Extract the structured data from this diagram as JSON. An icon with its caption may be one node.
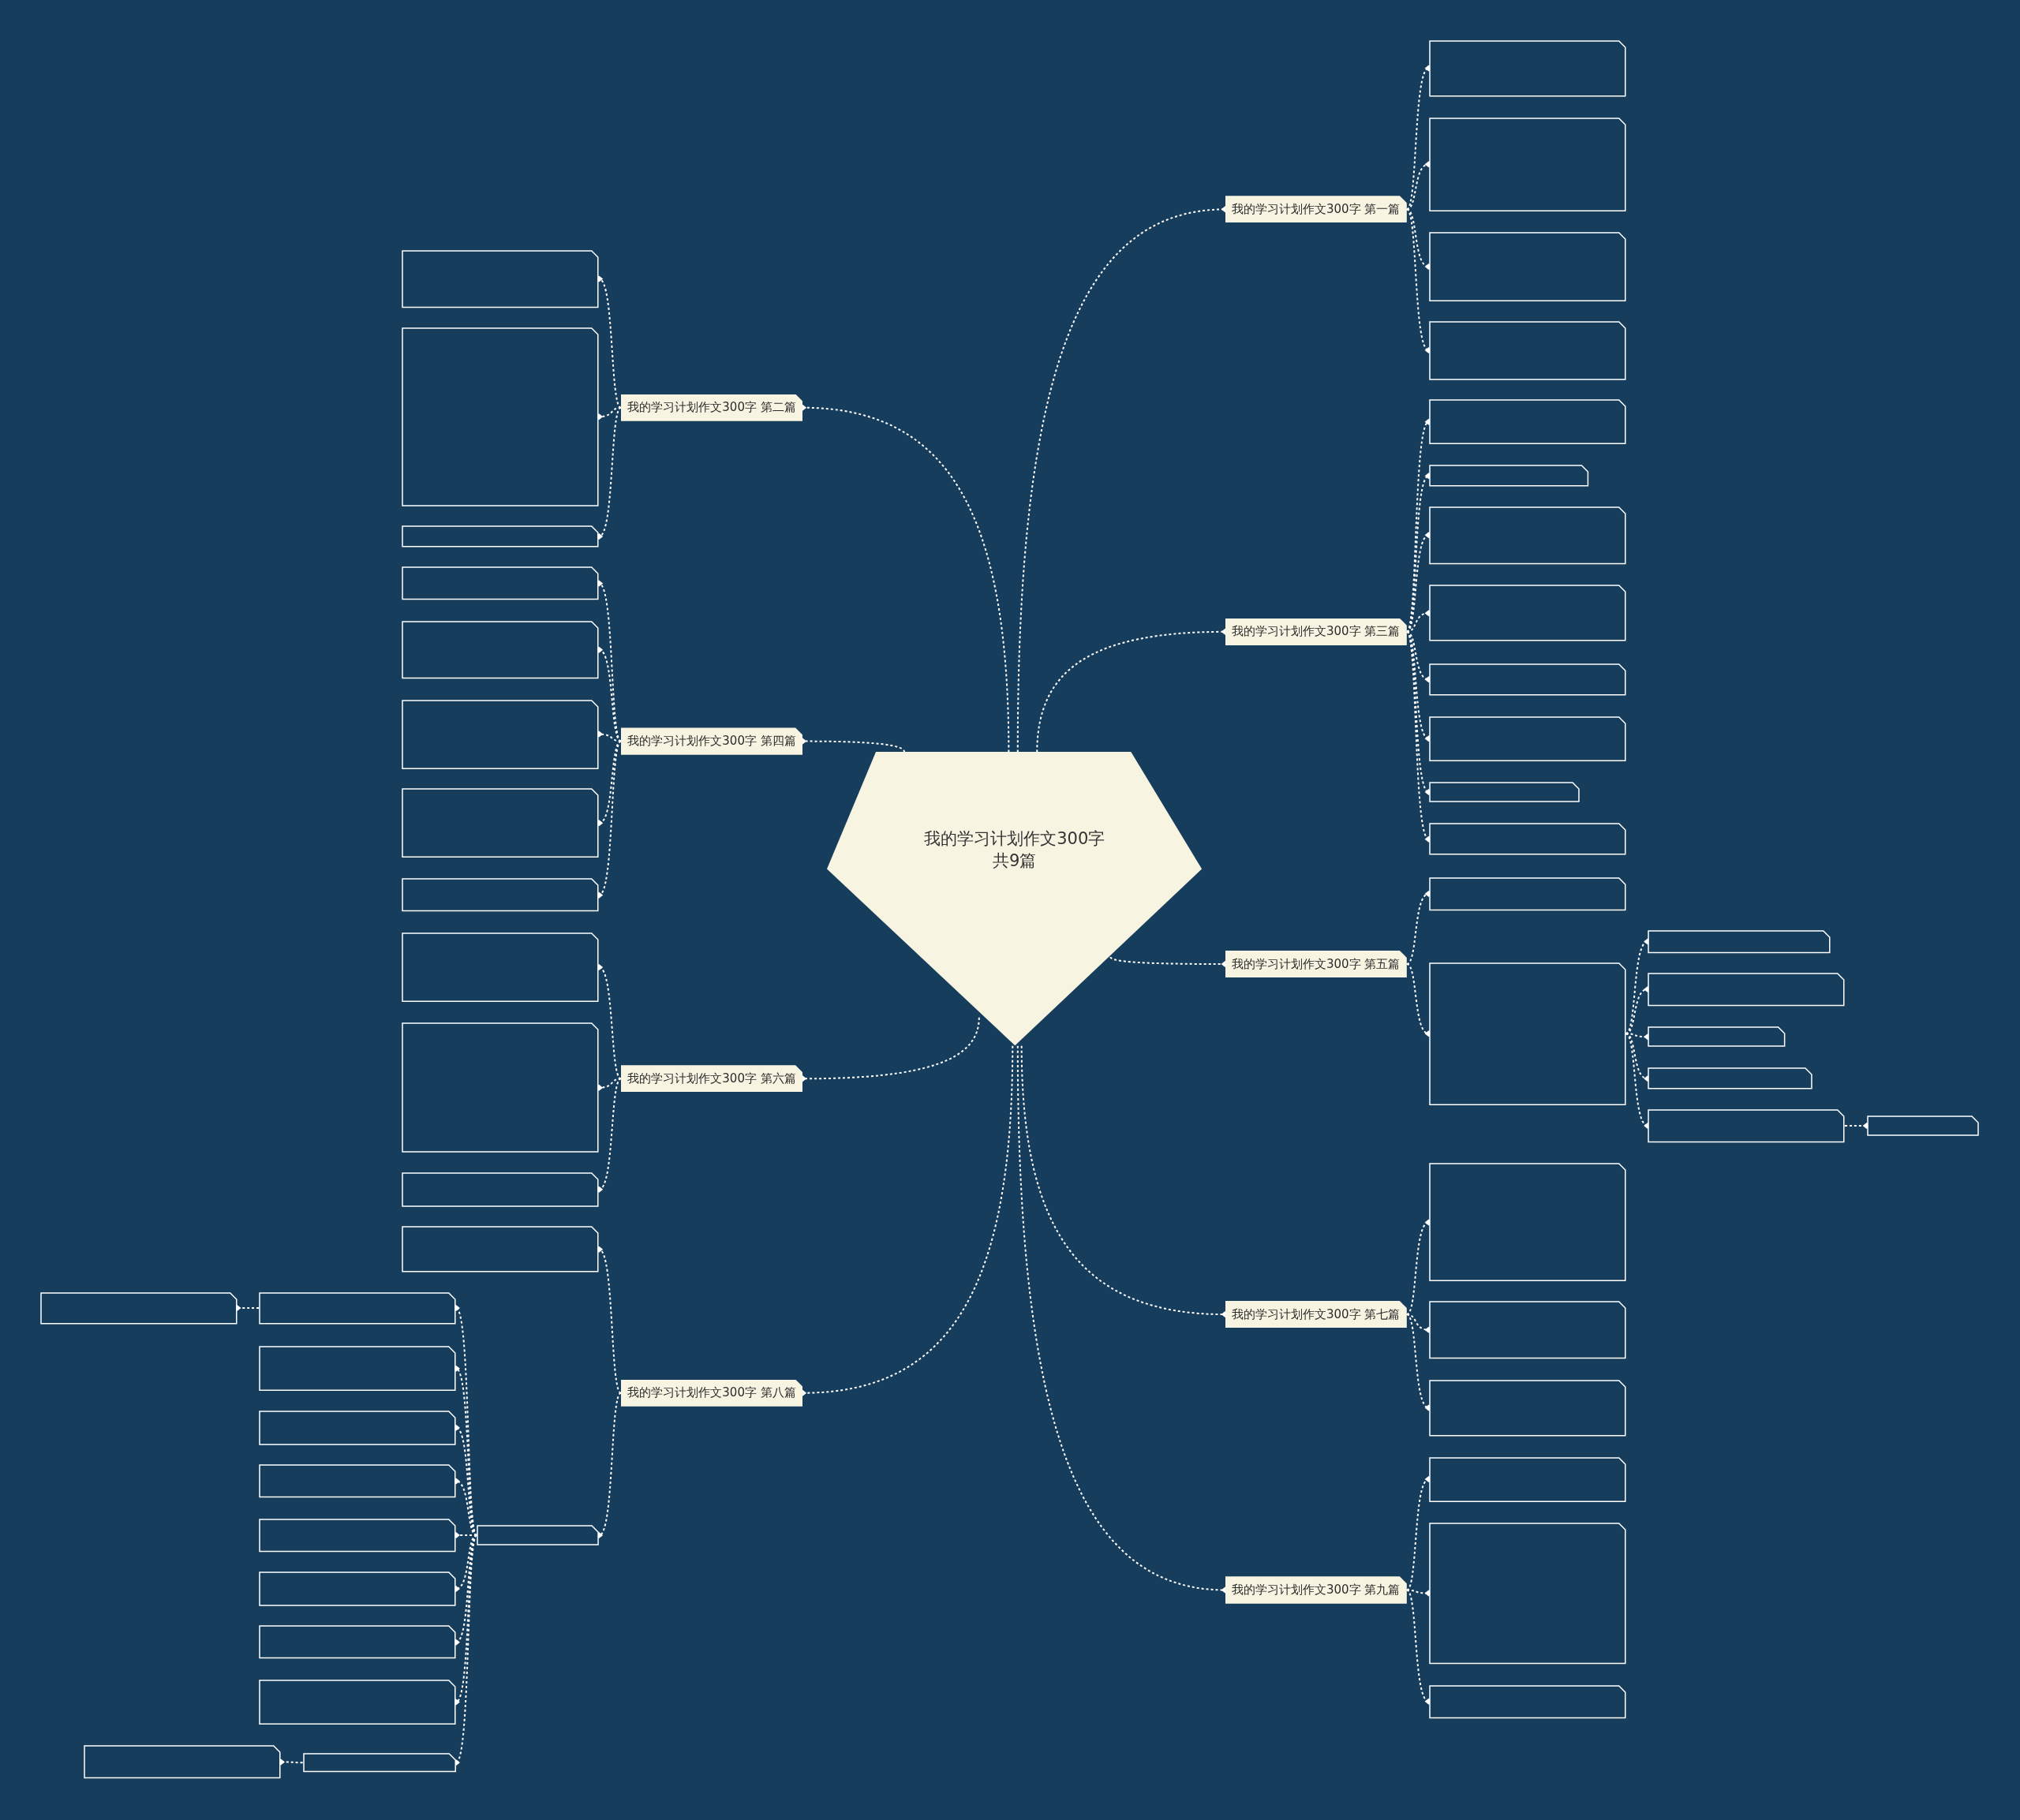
{
  "diagram": {
    "nodes": [
      {
        "text": [
          "我的学习计划作文300字共9篇"
        ]
      },
      {
        "text": [
          "我的学习计划作文300字 第一篇"
        ]
      },
      {
        "text": [],
        "shape": "box"
      },
      {
        "text": [],
        "shape": "box"
      },
      {
        "text": [],
        "shape": "box"
      },
      {
        "text": [],
        "shape": "box"
      },
      {
        "text": [
          "我的学习计划作文300字 第二篇"
        ]
      },
      {
        "text": [],
        "shape": "box"
      },
      {
        "text": [],
        "shape": "box"
      },
      {
        "text": [],
        "shape": "box"
      },
      {
        "text": [
          "我的学习计划作文300字 第三篇"
        ]
      },
      {
        "text": [],
        "shape": "box"
      },
      {
        "text": [],
        "shape": "box"
      },
      {
        "text": [],
        "shape": "box"
      },
      {
        "text": [],
        "shape": "box"
      },
      {
        "text": [],
        "shape": "box"
      },
      {
        "text": [],
        "shape": "box"
      },
      {
        "text": [],
        "shape": "box"
      },
      {
        "text": [],
        "shape": "box"
      },
      {
        "text": [
          "我的学习计划作文300字 第四篇"
        ]
      },
      {
        "text": [],
        "shape": "box"
      },
      {
        "text": [],
        "shape": "box"
      },
      {
        "text": [],
        "shape": "box"
      },
      {
        "text": [],
        "shape": "box"
      },
      {
        "text": [],
        "shape": "box"
      },
      {
        "text": [
          "我的学习计划作文300字 第五篇"
        ]
      },
      {
        "text": [],
        "shape": "box"
      },
      {
        "text": [],
        "shape": "box"
      },
      {
        "text": [],
        "shape": "box"
      },
      {
        "text": [],
        "shape": "box"
      },
      {
        "text": [],
        "shape": "box"
      },
      {
        "text": [],
        "shape": "box"
      },
      {
        "text": [],
        "shape": "box"
      },
      {
        "text": [],
        "shape": "box"
      },
      {
        "text": [
          "我的学习计划作文300字 第六篇"
        ]
      },
      {
        "text": [],
        "shape": "box"
      },
      {
        "text": [],
        "shape": "box"
      },
      {
        "text": [],
        "shape": "box"
      },
      {
        "text": [
          "我的学习计划作文300字 第七篇"
        ]
      },
      {
        "text": [],
        "shape": "box"
      },
      {
        "text": [],
        "shape": "box"
      },
      {
        "text": [],
        "shape": "box"
      },
      {
        "text": [
          "我的学习计划作文300字 第八篇"
        ]
      },
      {
        "text": [],
        "shape": "box"
      },
      {
        "text": [],
        "shape": "box"
      },
      {
        "text": [],
        "shape": "box"
      },
      {
        "text": [],
        "shape": "box"
      },
      {
        "text": [],
        "shape": "box"
      },
      {
        "text": [],
        "shape": "box"
      },
      {
        "text": [],
        "shape": "box"
      },
      {
        "text": [],
        "shape": "box"
      },
      {
        "text": [],
        "shape": "box"
      },
      {
        "text": [],
        "shape": "box"
      },
      {
        "text": [],
        "shape": "box"
      },
      {
        "text": [],
        "shape": "box"
      },
      {
        "text": [],
        "shape": "box"
      },
      {
        "text": [
          "我的学习计划作文300字 第九篇"
        ]
      },
      {
        "text": [],
        "shape": "box"
      },
      {
        "text": [],
        "shape": "box"
      },
      {
        "text": [],
        "shape": "box"
      }
    ],
    "edges": [
      {
        "from": 0,
        "to": 1,
        "arrow": "other"
      },
      {
        "from": 1,
        "to": 2,
        "arrow": "other"
      },
      {
        "from": 1,
        "to": 3,
        "arrow": "other"
      },
      {
        "from": 1,
        "to": 4,
        "arrow": "other"
      },
      {
        "from": 1,
        "to": 5,
        "arrow": "other"
      },
      {
        "from": 0,
        "to": 6,
        "arrow": "other"
      },
      {
        "from": 6,
        "to": 7,
        "arrow": "other"
      },
      {
        "from": 6,
        "to": 8,
        "arrow": "other"
      },
      {
        "from": 6,
        "to": 9,
        "arrow": "other"
      },
      {
        "from": 0,
        "to": 10,
        "arrow": "other"
      },
      {
        "from": 10,
        "to": 11,
        "arrow": "other"
      },
      {
        "from": 10,
        "to": 12,
        "arrow": "other"
      },
      {
        "from": 10,
        "to": 13,
        "arrow": "other"
      },
      {
        "from": 10,
        "to": 14,
        "arrow": "other"
      },
      {
        "from": 10,
        "to": 15,
        "arrow": "other"
      },
      {
        "from": 10,
        "to": 16,
        "arrow": "other"
      },
      {
        "from": 10,
        "to": 17,
        "arrow": "other"
      },
      {
        "from": 10,
        "to": 18,
        "arrow": "other"
      },
      {
        "from": 0,
        "to": 19,
        "arrow": "other"
      },
      {
        "from": 19,
        "to": 20,
        "arrow": "other"
      },
      {
        "from": 19,
        "to": 21,
        "arrow": "other"
      },
      {
        "from": 19,
        "to": 22,
        "arrow": "other"
      },
      {
        "from": 19,
        "to": 23,
        "arrow": "other"
      },
      {
        "from": 19,
        "to": 24,
        "arrow": "other"
      },
      {
        "from": 0,
        "to": 25,
        "arrow": "other"
      },
      {
        "from": 25,
        "to": 26,
        "arrow": "other"
      },
      {
        "from": 25,
        "to": 27,
        "arrow": "other"
      },
      {
        "from": 27,
        "to": 28,
        "arrow": "other"
      },
      {
        "from": 27,
        "to": 29,
        "arrow": "other"
      },
      {
        "from": 27,
        "to": 30,
        "arrow": "other"
      },
      {
        "from": 27,
        "to": 31,
        "arrow": "other"
      },
      {
        "from": 27,
        "to": 32,
        "arrow": "other"
      },
      {
        "from": 32,
        "to": 33,
        "arrow": "other"
      },
      {
        "from": 0,
        "to": 34,
        "arrow": "other"
      },
      {
        "from": 34,
        "to": 35,
        "arrow": "other"
      },
      {
        "from": 34,
        "to": 36,
        "arrow": "other"
      },
      {
        "from": 34,
        "to": 37,
        "arrow": "other"
      },
      {
        "from": 0,
        "to": 38,
        "arrow": "other"
      },
      {
        "from": 38,
        "to": 39,
        "arrow": "other"
      },
      {
        "from": 38,
        "to": 40,
        "arrow": "other"
      },
      {
        "from": 38,
        "to": 41,
        "arrow": "other"
      },
      {
        "from": 0,
        "to": 42,
        "arrow": "other"
      },
      {
        "from": 42,
        "to": 43,
        "arrow": "other"
      },
      {
        "from": 42,
        "to": 44,
        "arrow": "other"
      },
      {
        "from": 44,
        "to": 45,
        "arrow": "other"
      },
      {
        "from": 45,
        "to": 46,
        "arrow": "other"
      },
      {
        "from": 44,
        "to": 47,
        "arrow": "other"
      },
      {
        "from": 44,
        "to": 48,
        "arrow": "other"
      },
      {
        "from": 44,
        "to": 49,
        "arrow": "other"
      },
      {
        "from": 44,
        "to": 50,
        "arrow": "other"
      },
      {
        "from": 44,
        "to": 51,
        "arrow": "other"
      },
      {
        "from": 44,
        "to": 52,
        "arrow": "other"
      },
      {
        "from": 44,
        "to": 53,
        "arrow": "other"
      },
      {
        "from": 44,
        "to": 54,
        "arrow": "other"
      },
      {
        "from": 54,
        "to": 55,
        "arrow": "other"
      },
      {
        "from": 0,
        "to": 56,
        "arrow": "other"
      },
      {
        "from": 56,
        "to": 57,
        "arrow": "other"
      },
      {
        "from": 56,
        "to": 58,
        "arrow": "other"
      },
      {
        "from": 56,
        "to": 59,
        "arrow": "other"
      }
    ]
  }
}
